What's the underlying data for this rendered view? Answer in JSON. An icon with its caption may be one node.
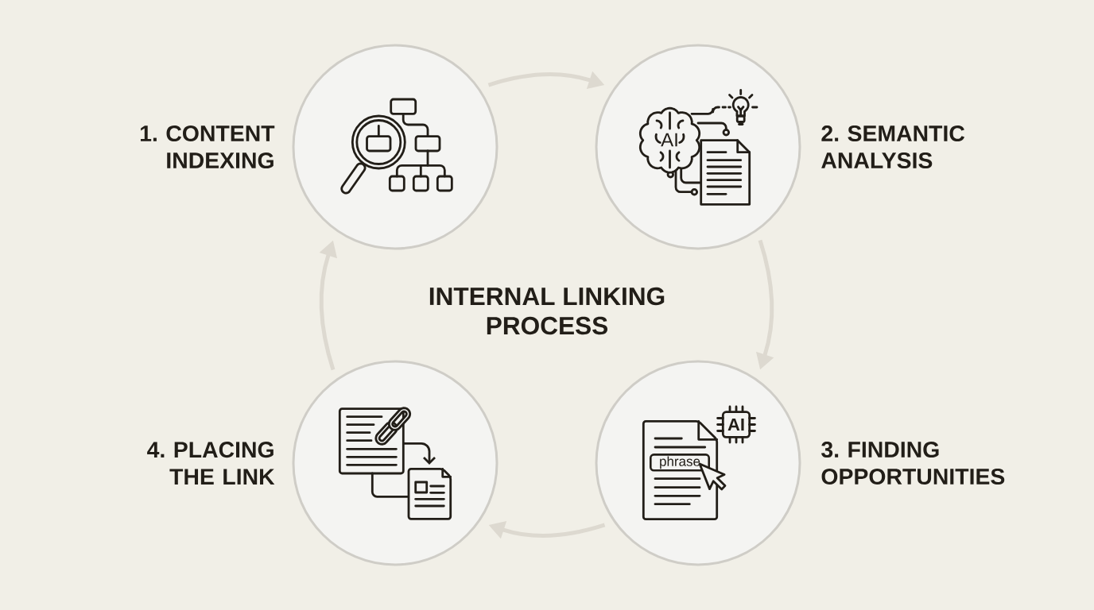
{
  "diagram": {
    "title": "INTERNAL LINKING PROCESS",
    "nodes": [
      {
        "text": [
          "1. CONTENT INDEXING"
        ]
      },
      {
        "text": [
          "2. SEMANTIC ANALYSIS"
        ]
      },
      {
        "text": [
          "3. FINDING OPPORTUNITIES"
        ]
      },
      {
        "text": [
          "4. PLACING THE LINK"
        ]
      }
    ],
    "edges": [
      {
        "from": 0,
        "to": 1,
        "arrow": "to"
      },
      {
        "from": 1,
        "to": 2,
        "arrow": "to"
      },
      {
        "from": 2,
        "to": 3,
        "arrow": "to"
      },
      {
        "from": 3,
        "to": 0,
        "arrow": "to"
      }
    ],
    "labels": [
      "AI",
      "AI",
      "phrase"
    ]
  }
}
